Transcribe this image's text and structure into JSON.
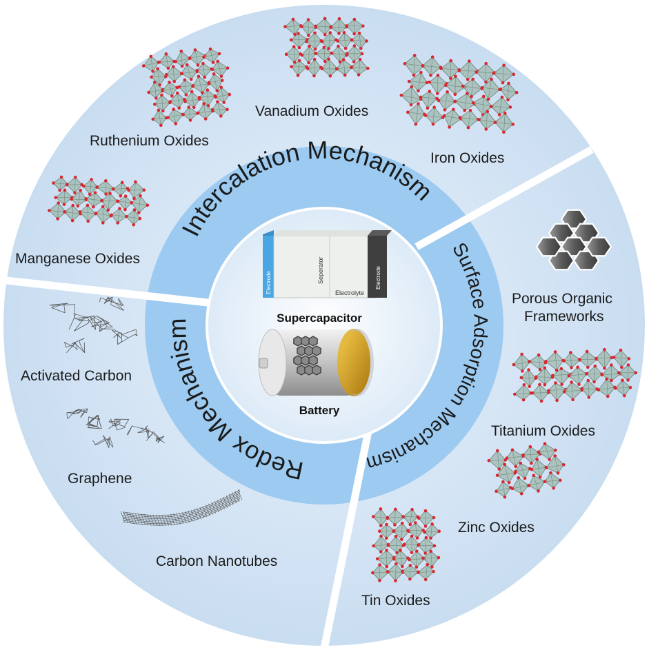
{
  "mechanisms": {
    "intercalation": "Intercalation Mechanism",
    "surface": "Surface Adsorption Mechanism",
    "redox": "Redox Mechanism"
  },
  "center": {
    "supercapacitor": "Supercapacitor",
    "battery": "Battery",
    "cell_labels": {
      "electrode_left": "Electrode",
      "separator": "Seperator",
      "electrolyte": "Electrolyte",
      "electrode_right": "Electrode"
    }
  },
  "materials": {
    "ruthenium": "Ruthenium Oxides",
    "vanadium": "Vanadium Oxides",
    "iron": "Iron Oxides",
    "manganese": "Manganese Oxides",
    "porous_line1": "Porous Organic",
    "porous_line2": "Frameworks",
    "titanium": "Titanium Oxides",
    "zinc": "Zinc Oxides",
    "tin": "Tin Oxides",
    "activated_carbon": "Activated Carbon",
    "graphene": "Graphene",
    "nanotubes": "Carbon Nanotubes"
  },
  "colors": {
    "outer_disc": "#d6e6f5",
    "mechanism_ring": "#9ccaf0",
    "center_disc": "#eef5fc",
    "octahedra": "#9fb8ad",
    "vertex": "#d8282e",
    "carbon_mesh": "#555555"
  }
}
